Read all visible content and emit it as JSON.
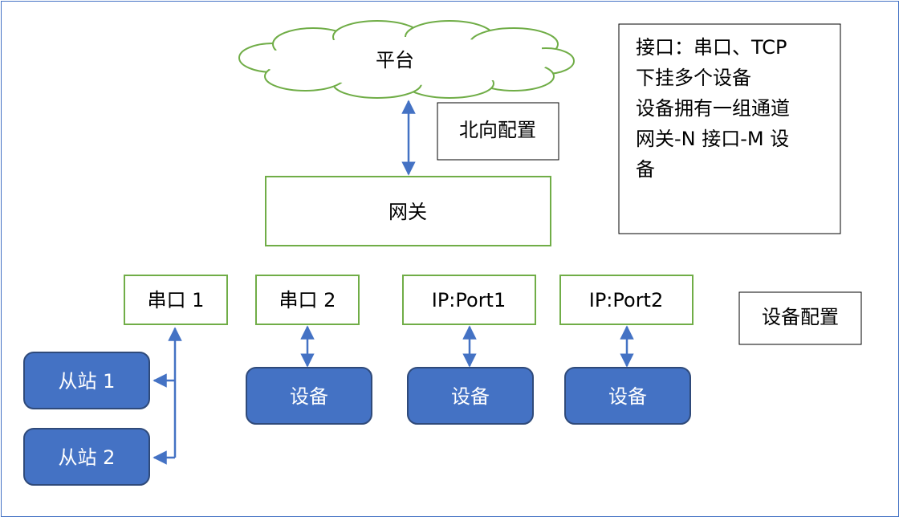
{
  "platform": {
    "label": "平台"
  },
  "north_config": {
    "label": "北向配置"
  },
  "gateway": {
    "label": "网关"
  },
  "device_config": {
    "label": "设备配置"
  },
  "notes": {
    "lines": [
      "接口：串口、TCP",
      "下挂多个设备",
      "设备拥有一组通道",
      "网关-N 接口-M 设",
      "备"
    ]
  },
  "interfaces": [
    {
      "label": "串口 1"
    },
    {
      "label": "串口 2"
    },
    {
      "label": "IP:Port1"
    },
    {
      "label": "IP:Port2"
    }
  ],
  "slaves": [
    {
      "label": "从站 1"
    },
    {
      "label": "从站 2"
    }
  ],
  "devices": [
    {
      "label": "设备"
    },
    {
      "label": "设备"
    },
    {
      "label": "设备"
    }
  ],
  "colors": {
    "green_border": "#70ad47",
    "blue_fill": "#4472c4",
    "dark_border": "#2f4a7a",
    "arrow": "#4472c4"
  }
}
